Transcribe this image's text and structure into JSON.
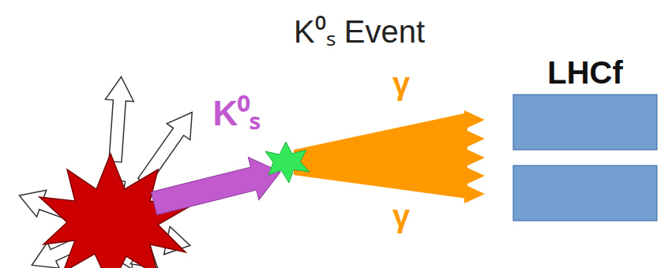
{
  "diagram": {
    "title": "K⁰ₛ Event",
    "labels": [
      "K⁰ₛ",
      "γ",
      "γ",
      "LHCf"
    ]
  }
}
